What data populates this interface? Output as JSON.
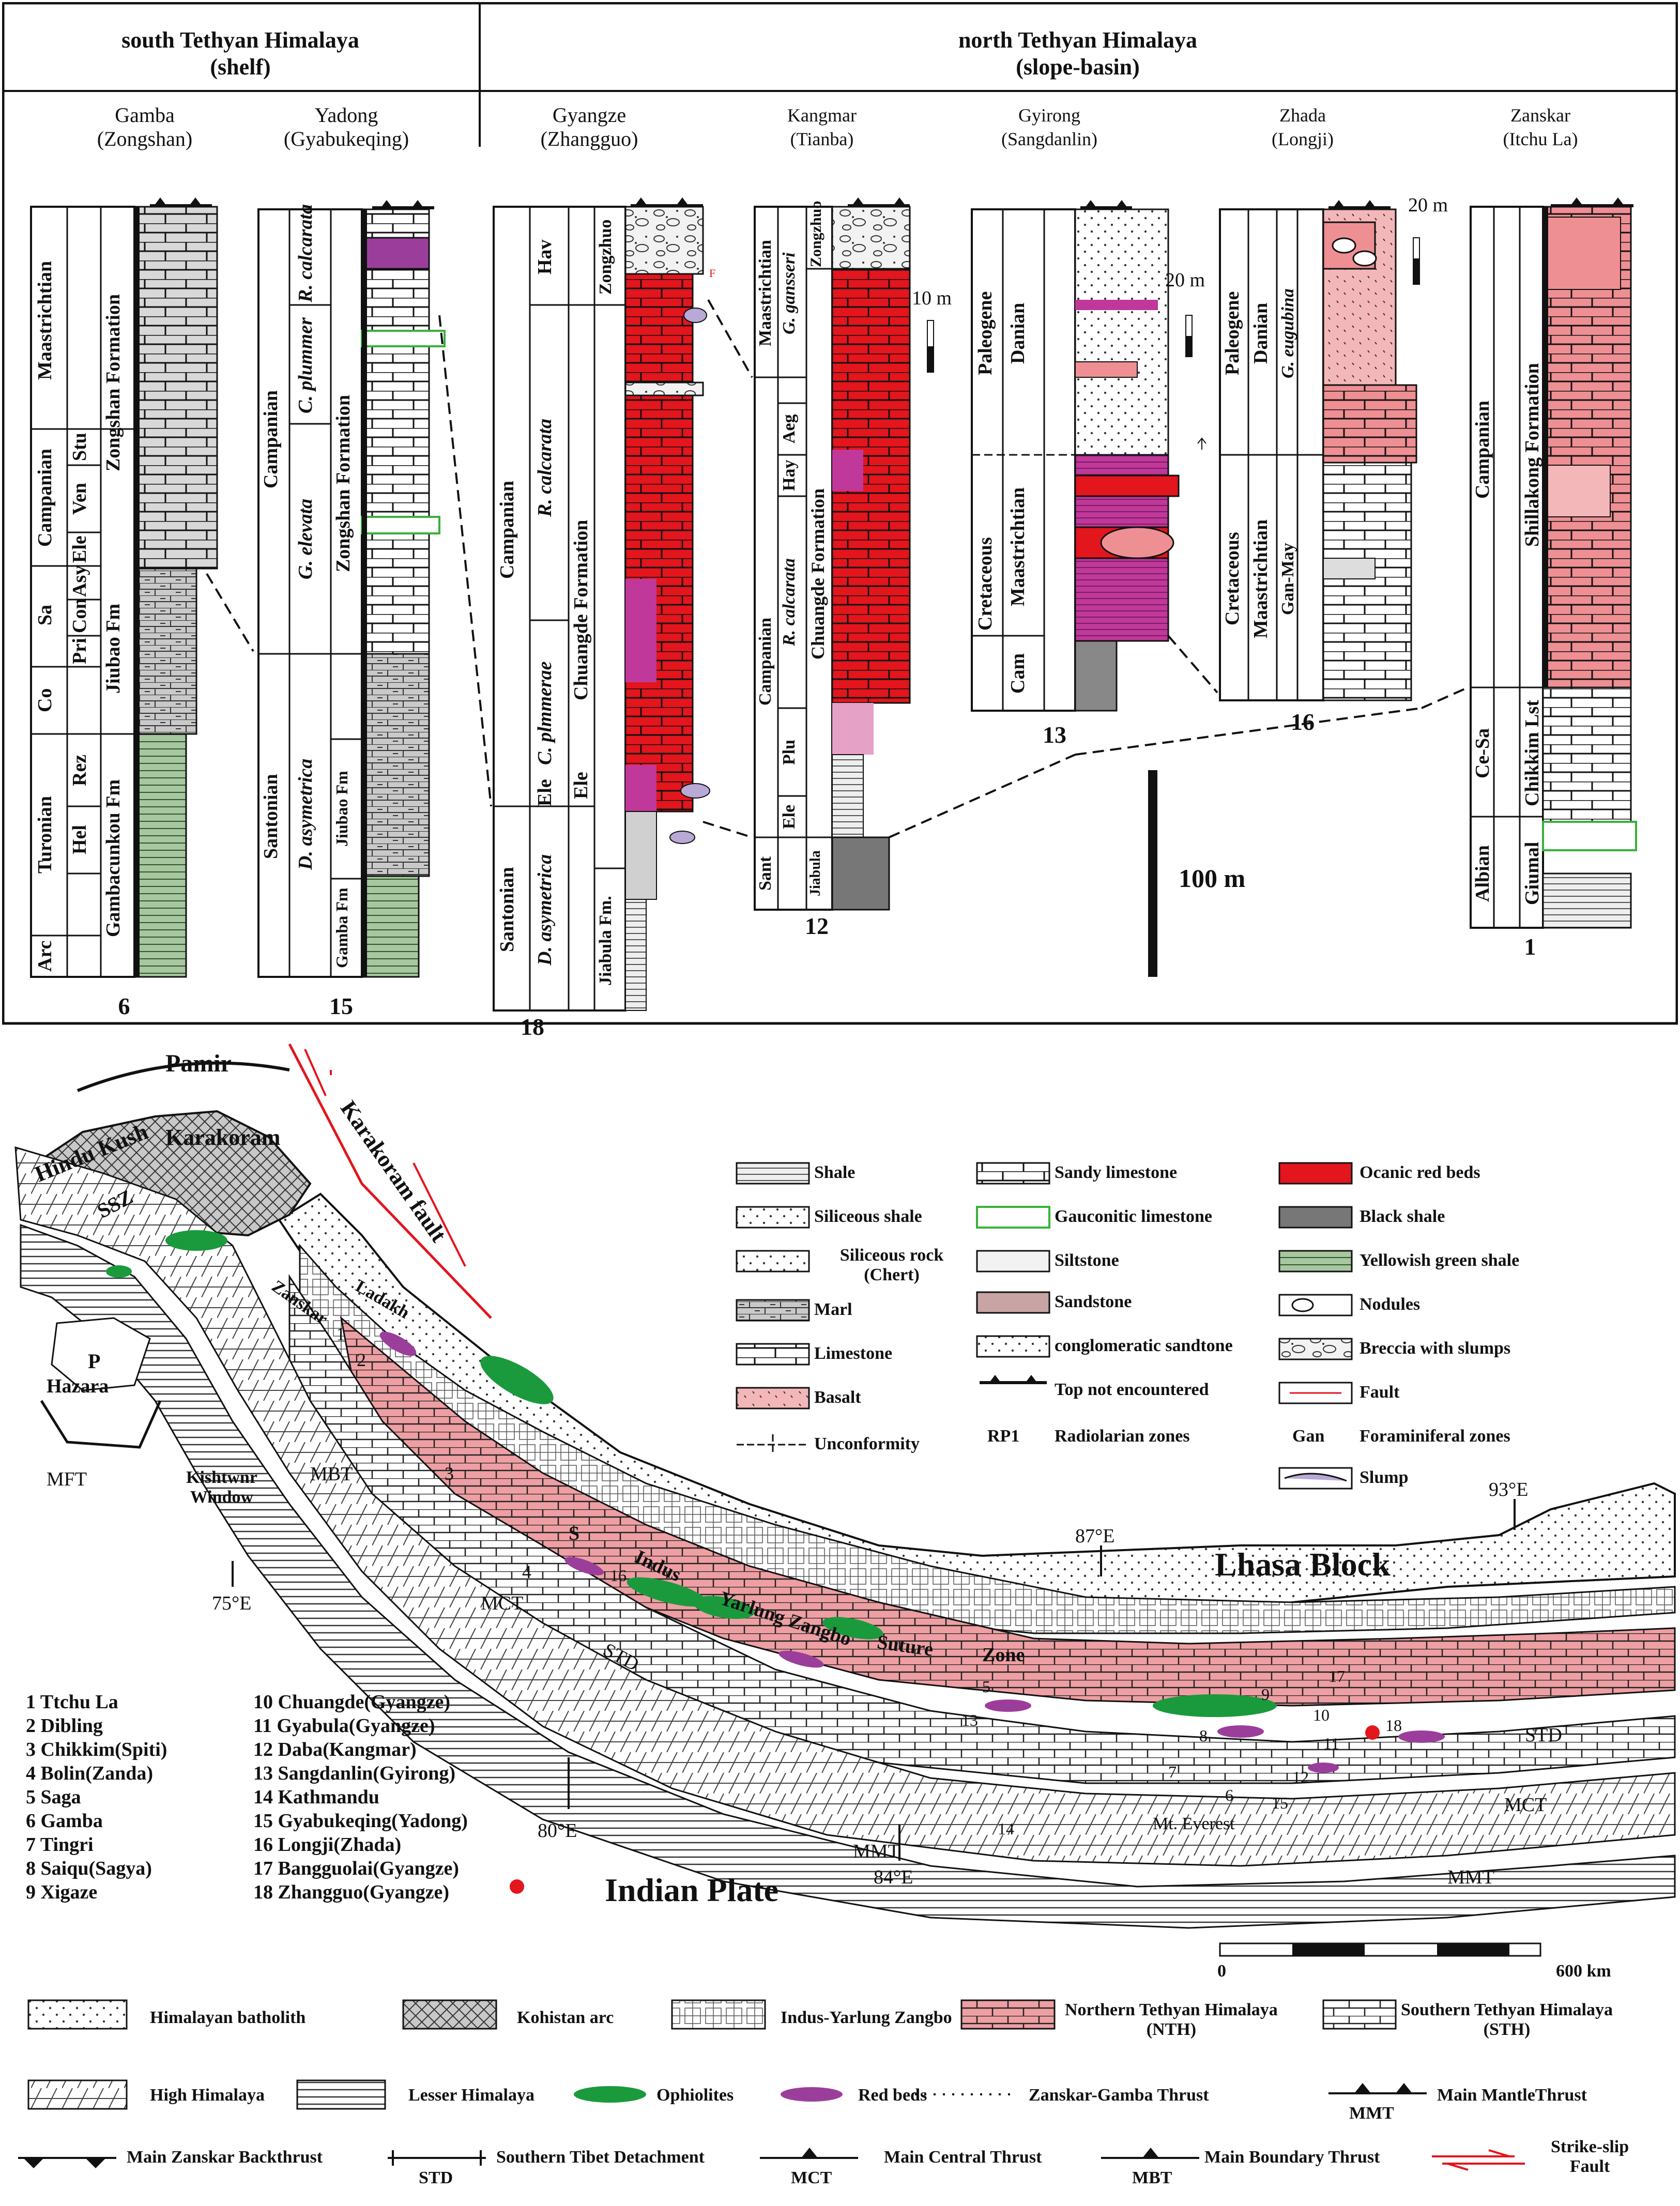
{
  "headers": {
    "south": [
      "south Tethyan Himalaya",
      "(shelf)"
    ],
    "north": [
      "north Tethyan Himalaya",
      "(slope-basin)"
    ]
  },
  "sections": [
    {
      "id": "6",
      "location": [
        "Gamba",
        "(Zongshan)"
      ],
      "stages": [
        "Maastrichtian",
        "Campanian",
        "Sa",
        "Co",
        "Turonian",
        "Arc"
      ],
      "zones": [
        "Stu",
        "Ven",
        "Ele",
        "Asy",
        "Con",
        "Pri",
        "Rez",
        "Hel"
      ],
      "formations": [
        "Zongshan Formation",
        "Jiubao Fm",
        "Gambacunkou Fm"
      ]
    },
    {
      "id": "15",
      "location": [
        "Yadong",
        "(Gyabukeqing)"
      ],
      "stages": [
        "Campanian",
        "Santonian"
      ],
      "zones": [
        "R. calcarata",
        "C. plummer",
        "G. elevata",
        "D. asymetrica"
      ],
      "formations": [
        "Zongshan Formation",
        "Jiubao Fm",
        "Gamba Fm"
      ]
    },
    {
      "id": "18",
      "location": [
        "Gyangze",
        "(Zhangguo)"
      ],
      "stages": [
        "Campanian",
        "Santonian"
      ],
      "zones": [
        "Hav",
        "R. calcarata",
        "C. plmmerae",
        "Ele",
        "D. asymetrica"
      ],
      "formations": [
        "Zongzhuo",
        "Chuangde Formation",
        "Jiabula Fm."
      ]
    },
    {
      "id": "12",
      "location": [
        "Kangmar",
        "(Tianba)"
      ],
      "stages": [
        "Maastrichtian",
        "Campanian",
        "Sant"
      ],
      "zones": [
        "G. gansseri",
        "Aeg",
        "Hay",
        "R. calcarata",
        "Plu",
        "Ele"
      ],
      "formations": [
        "Zongzhuo",
        "Chuangde Formation",
        "Jiabula"
      ]
    },
    {
      "id": "13",
      "location": [
        "Gyirong",
        "(Sangdanlin)"
      ],
      "stages": [
        "Paleogene",
        "Danian",
        "Cretaceous",
        "Maastrichtian",
        "Cam"
      ],
      "zones": [],
      "formations": []
    },
    {
      "id": "16",
      "location": [
        "Zhada",
        "(Longji)"
      ],
      "stages": [
        "Paleogene",
        "Danian",
        "Cretaceous",
        "Maastrichtian"
      ],
      "zones": [
        "G. eugubina",
        "Gan-May"
      ],
      "formations": []
    },
    {
      "id": "1",
      "location": [
        "Zanskar",
        "(Itchu La)"
      ],
      "stages": [
        "Campanian",
        "Ce-Sa",
        "Albian"
      ],
      "zones": [],
      "formations": [
        "Shillakong Formation",
        "Chikkim Lst",
        "Giumal"
      ]
    }
  ],
  "scales": {
    "s10": "10 m",
    "s20a": "20 m",
    "s20b": "20 m",
    "s100": "100 m"
  },
  "fault_mark": "F",
  "map": {
    "regions": {
      "pamir": "Pamir",
      "hindukush": "Hindu Kush",
      "karakoram": "Karakoram",
      "kfault": "Karakoram fault",
      "ssz": "SSZ",
      "p": "P",
      "hazara": "Hazara",
      "zanskar": "Zanskar",
      "ladakh": "Ladakh",
      "s": "S",
      "indus": "Indus",
      "yz": "Yarlung Zangbo",
      "suture": "Suture",
      "zone": "Zone",
      "lhasa": "Lhasa Block",
      "indian": "Indian Plate",
      "kish": [
        "Kishtwnr",
        "Window"
      ],
      "everest": "Mt. Everest"
    },
    "thrusts": {
      "mft": "MFT",
      "mbt": "MBT",
      "mct1": "MCT",
      "std1": "STD",
      "std2": "STD",
      "mct2": "MCT",
      "mmt1": "MMT",
      "mmt2": "MMT"
    },
    "meridians": {
      "e75": "75°E",
      "e80": "80°E",
      "e84": "84°E",
      "e87": "87°E",
      "e93": "93°E"
    },
    "site_numbers": [
      "1",
      "2",
      "3",
      "4",
      "5",
      "6",
      "7",
      "8",
      "9",
      "10",
      "11",
      "12",
      "13",
      "14",
      "15",
      "16",
      "17",
      "18"
    ],
    "scalebar": {
      "zero": "0",
      "max": "600 km"
    }
  },
  "lithology_legend": [
    "Shale",
    "Siliceous shale",
    "Siliceous rock (Chert)",
    "Marl",
    "Limestone",
    "Basalt",
    "Unconformity",
    "Sandy limestone",
    "Gauconitic limestone",
    "Siltstone",
    "Sandstone",
    "conglomeratic sandtone",
    "Top not encountered",
    "Radiolarian zones",
    "Ocanic red beds",
    "Black shale",
    "Yellowish green shale",
    "Nodules",
    "Breccia with slumps",
    "Fault",
    "Foraminiferal zones",
    "Slump"
  ],
  "legend_codes": {
    "rp1": "RP1",
    "gan": "Gan"
  },
  "localities_left": [
    "1  Ttchu La",
    "2  Dibling",
    "3  Chikkim(Spiti)",
    "4  Bolin(Zanda)",
    "5  Saga",
    "6  Gamba",
    "7  Tingri",
    "8  Saiqu(Sagya)",
    "9  Xigaze"
  ],
  "localities_right": [
    "10  Chuangde(Gyangze)",
    "11  Gyabula(Gyangze)",
    "12  Daba(Kangmar)",
    "13  Sangdanlin(Gyirong)",
    "14  Kathmandu",
    "15  Gyabukeqing(Yadong)",
    "16  Longji(Zhada)",
    "17  Bangguolai(Gyangze)",
    "18  Zhangguo(Gyangze)"
  ],
  "map_legend": {
    "batholith": "Himalayan batholith",
    "kohistan": "Kohistan arc",
    "iyz": "Indus-Yarlung Zangbo",
    "nth": [
      "Northern Tethyan Himalaya",
      "(NTH)"
    ],
    "sth": [
      "Southern Tethyan Himalaya",
      "(STH)"
    ],
    "hh": "High Himalaya",
    "lh": "Lesser Himalaya",
    "ophiolites": "Ophiolites",
    "redbeds": "Red beds",
    "zgt": "Zanskar-Gamba Thrust",
    "mmt": "Main MantleThrust",
    "mmt_code": "MMT",
    "mzb": "Main Zanskar Backthrust",
    "std": "Southern Tibet Detachment",
    "std_code": "STD",
    "mct": "Main Central Thrust",
    "mct_code": "MCT",
    "mbt": "Main Boundary Thrust",
    "mbt_code": "MBT",
    "ssf": [
      "Strike-slip",
      "Fault"
    ]
  },
  "colors": {
    "ocean_red": "#e8141c",
    "pink": "#ee8f94",
    "magenta": "#c0389a",
    "ophiolite": "#1a9a3c",
    "gray": "#bdbdbd",
    "yellow_green": "#5f8f55",
    "purple": "#9b3e9b"
  }
}
